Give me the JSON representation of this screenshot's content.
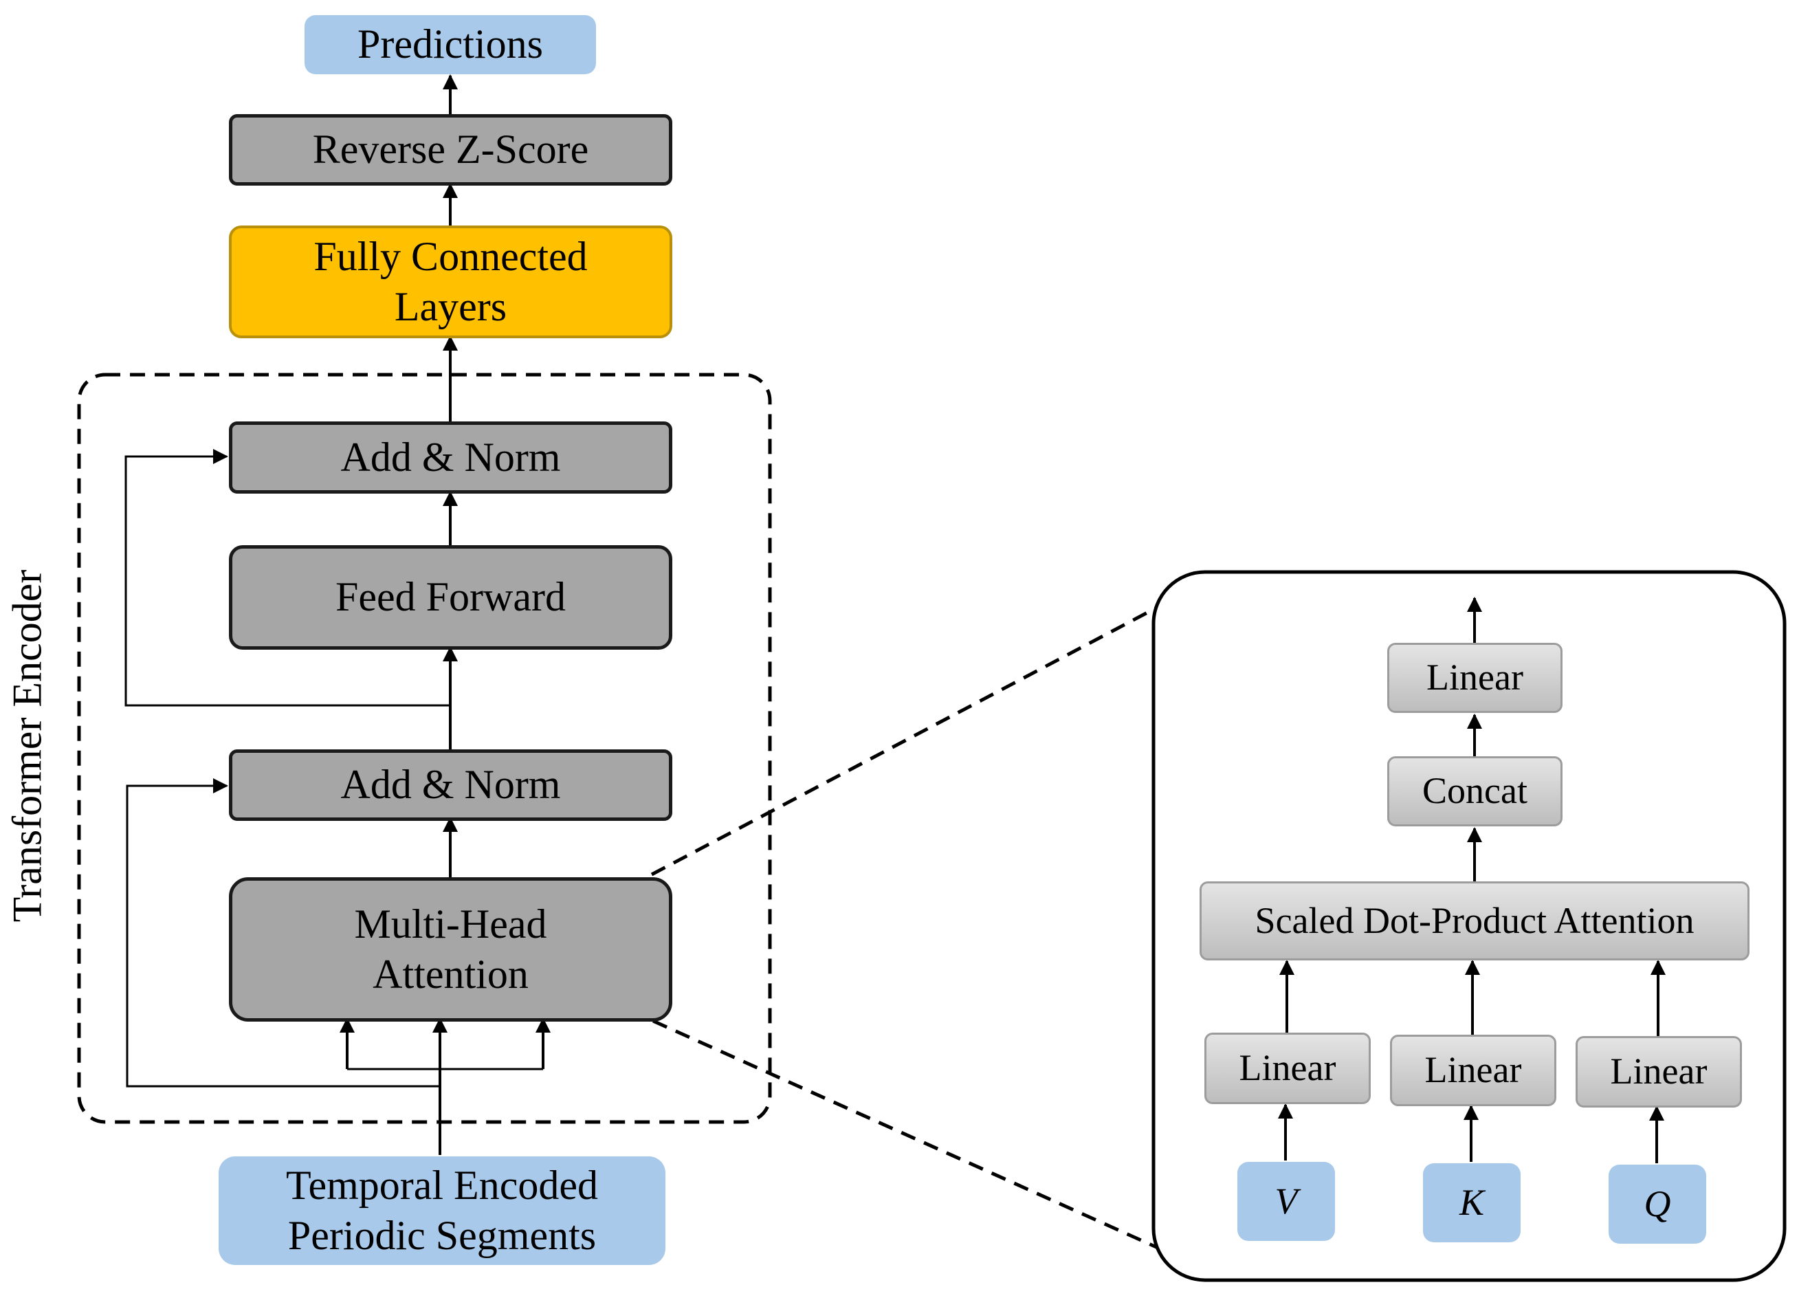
{
  "encoder": {
    "predictions": "Predictions",
    "reverse_zscore": "Reverse Z-Score",
    "fully_connected": [
      "Fully Connected",
      "Layers"
    ],
    "add_norm_top": "Add & Norm",
    "feed_forward": "Feed Forward",
    "add_norm_bottom": "Add & Norm",
    "multi_head": [
      "Multi-Head",
      "Attention"
    ],
    "input": [
      "Temporal Encoded",
      "Periodic Segments"
    ],
    "side_label": "Transformer Encoder"
  },
  "attention_detail": {
    "linear_out": "Linear",
    "concat": "Concat",
    "scaled_dot": "Scaled Dot-Product Attention",
    "linear_v": "Linear",
    "linear_k": "Linear",
    "linear_q": "Linear",
    "v": "V",
    "k": "K",
    "q": "Q"
  },
  "colors": {
    "block_dark": "#a6a6a6",
    "input_blue": "#a9c9ea",
    "fc_gold": "#ffc000",
    "block_light": "#d0d0d0"
  }
}
